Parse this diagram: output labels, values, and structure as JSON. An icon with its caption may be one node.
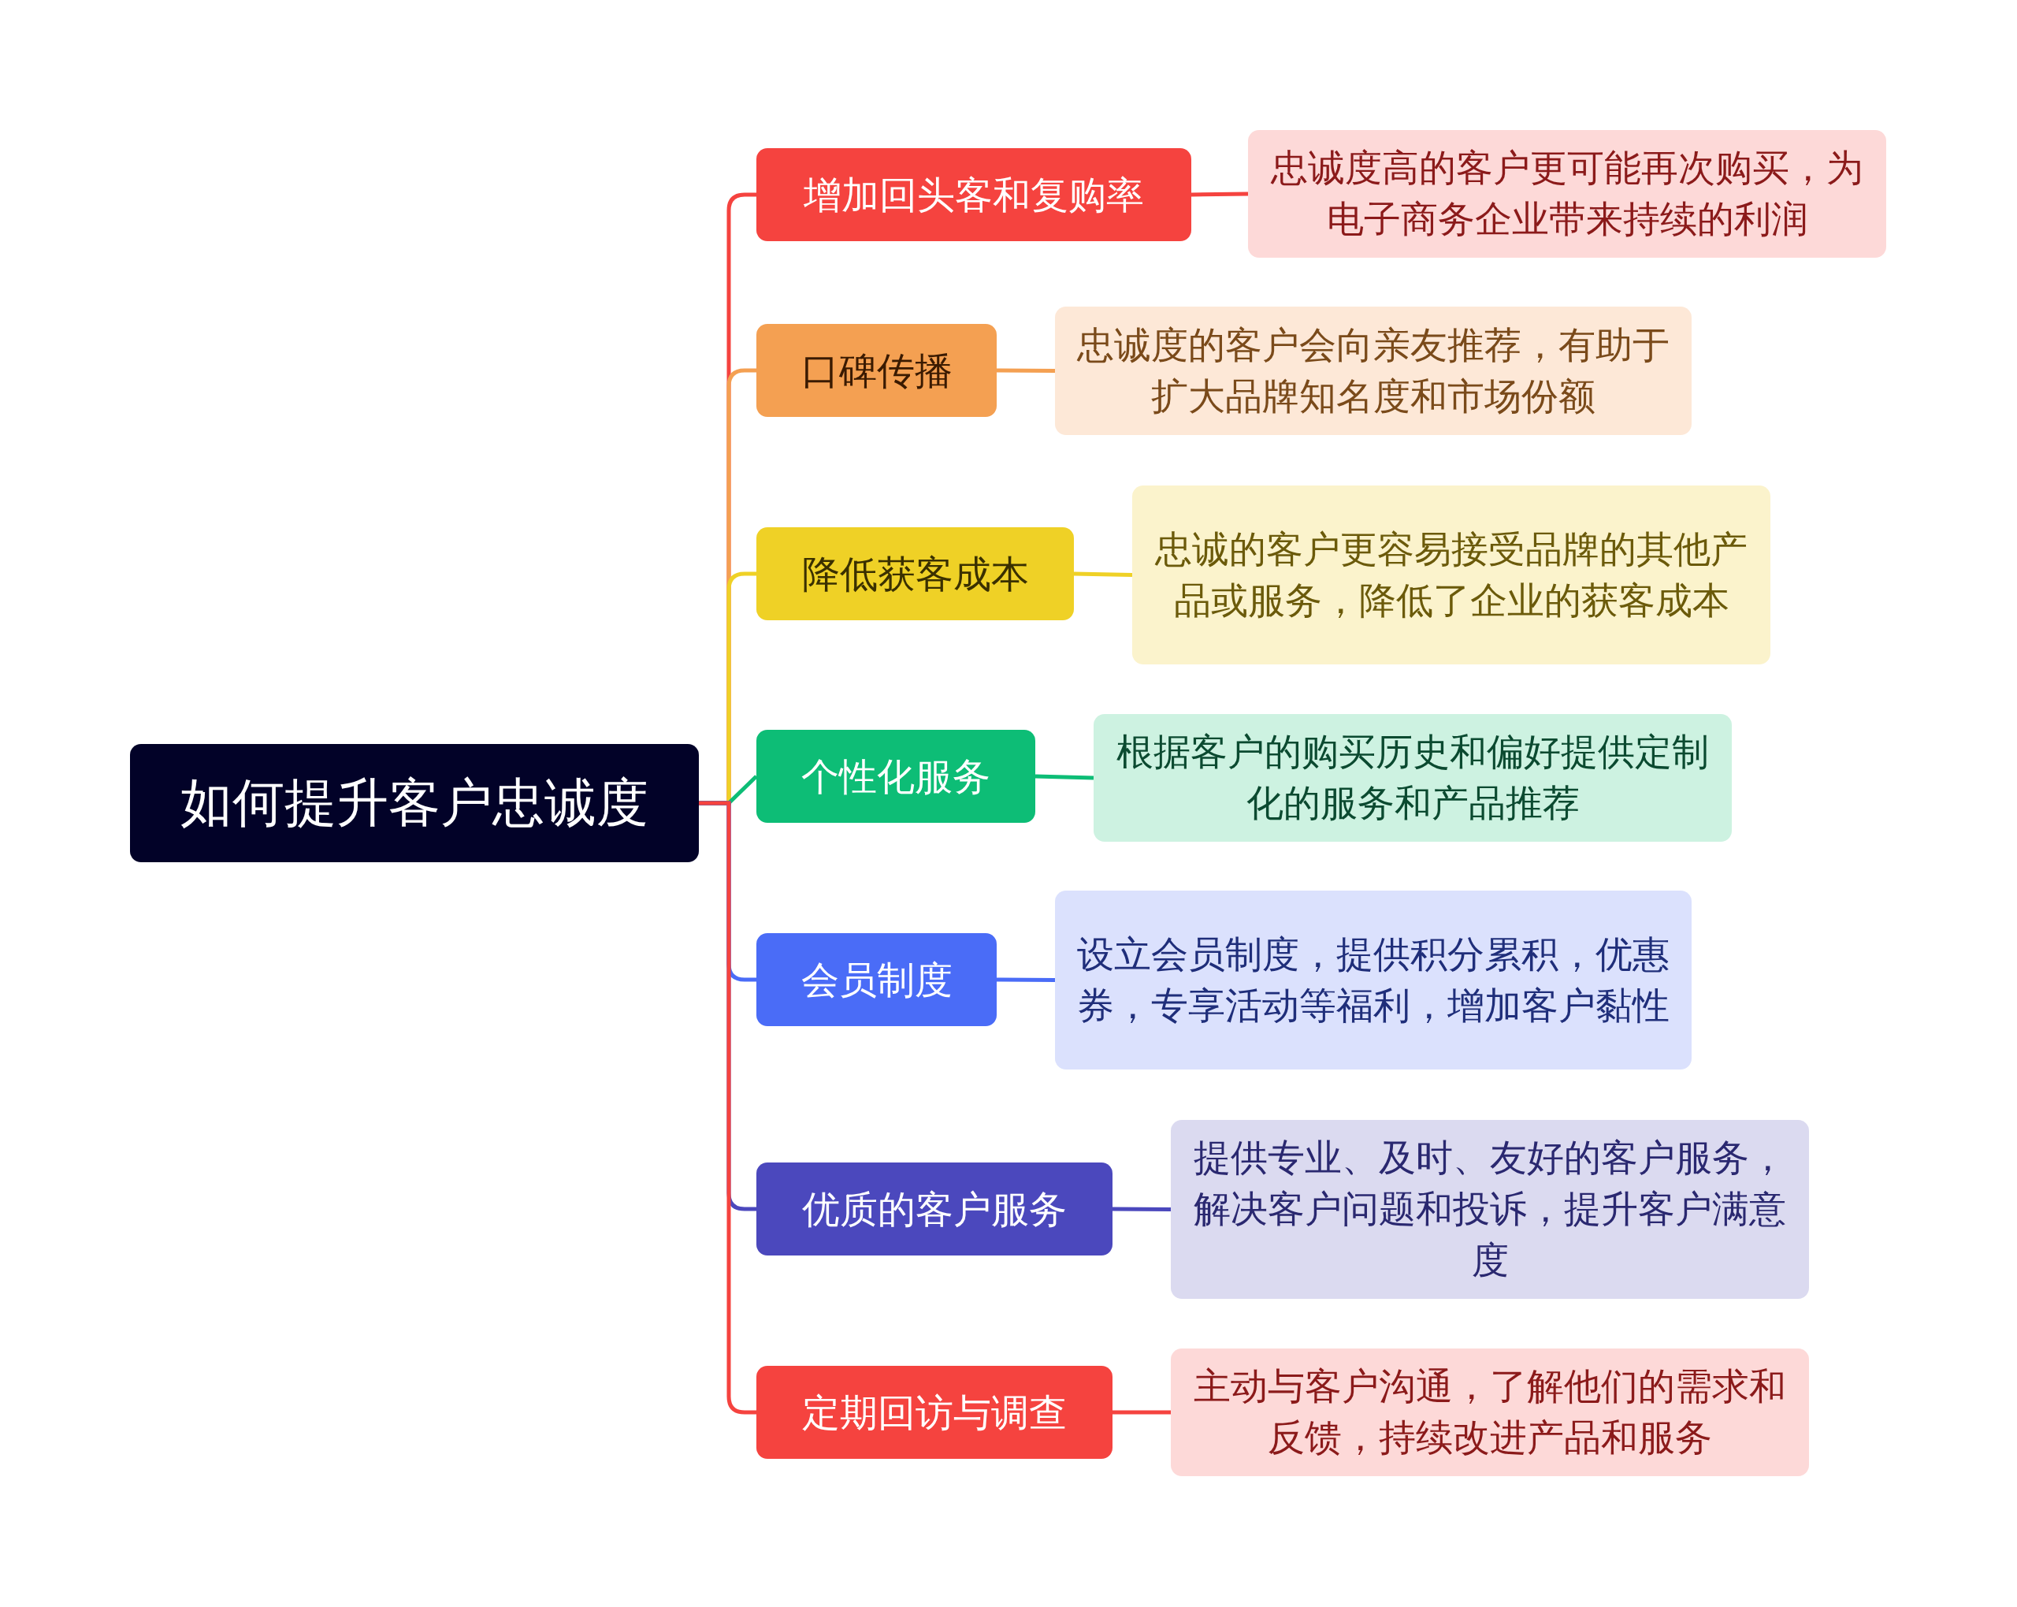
{
  "diagram": {
    "nodes": [
      {
        "text": [
          "如何提升客户忠诚度"
        ]
      },
      {
        "text": [
          "增加回头客和复购率"
        ]
      },
      {
        "text": [
          "忠诚度高的客户更可能再次购买，为电子商务企业带来持续的利润"
        ]
      },
      {
        "text": [
          "口碑传播"
        ]
      },
      {
        "text": [
          "忠诚度的客户会向亲友推荐，有助于扩大品牌知名度和市场份额"
        ]
      },
      {
        "text": [
          "降低获客成本"
        ]
      },
      {
        "text": [
          "忠诚的客户更容易接受品牌的其他产品或服务，降低了企业的获客成本"
        ]
      },
      {
        "text": [
          "个性化服务"
        ]
      },
      {
        "text": [
          "根据客户的购买历史和偏好提供定制化的服务和产品推荐"
        ]
      },
      {
        "text": [
          "会员制度"
        ]
      },
      {
        "text": [
          "设立会员制度，提供积分累积，优惠券，专享活动等福利，增加客户黏性"
        ]
      },
      {
        "text": [
          "优质的客户服务"
        ]
      },
      {
        "text": [
          "提供专业、及时、友好的客户服务，解决客户问题和投诉，提升客户满意度"
        ]
      },
      {
        "text": [
          "定期回访与调查"
        ]
      },
      {
        "text": [
          "主动与客户沟通，了解他们的需求和反馈，持续改进产品和服务"
        ]
      }
    ],
    "edges": [
      {
        "from": 0,
        "to": 1,
        "arrow": "none",
        "color": "#f5433f"
      },
      {
        "from": 1,
        "to": 2,
        "arrow": "none",
        "color": "#f5433f"
      },
      {
        "from": 0,
        "to": 3,
        "arrow": "none",
        "color": "#f4a052"
      },
      {
        "from": 3,
        "to": 4,
        "arrow": "none",
        "color": "#f4a052"
      },
      {
        "from": 0,
        "to": 5,
        "arrow": "none",
        "color": "#efd126"
      },
      {
        "from": 5,
        "to": 6,
        "arrow": "none",
        "color": "#efd126"
      },
      {
        "from": 0,
        "to": 7,
        "arrow": "none",
        "color": "#0dbd76"
      },
      {
        "from": 7,
        "to": 8,
        "arrow": "none",
        "color": "#0dbd76"
      },
      {
        "from": 0,
        "to": 9,
        "arrow": "none",
        "color": "#4a6cf7"
      },
      {
        "from": 9,
        "to": 10,
        "arrow": "none",
        "color": "#4a6cf7"
      },
      {
        "from": 0,
        "to": 11,
        "arrow": "none",
        "color": "#4b48bd"
      },
      {
        "from": 11,
        "to": 12,
        "arrow": "none",
        "color": "#4b48bd"
      },
      {
        "from": 0,
        "to": 13,
        "arrow": "none",
        "color": "#f5433f"
      },
      {
        "from": 13,
        "to": 14,
        "arrow": "none",
        "color": "#f5433f"
      }
    ]
  }
}
